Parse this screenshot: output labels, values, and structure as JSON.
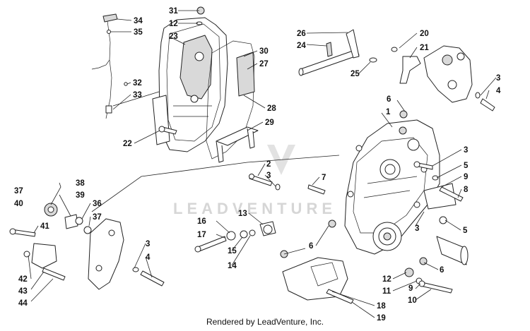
{
  "watermark": "LEADVENTURE",
  "footer": "Rendered by LeadVenture, Inc.",
  "callouts": [
    "34",
    "35",
    "31",
    "12",
    "23",
    "30",
    "27",
    "32",
    "33",
    "28",
    "29",
    "22",
    "26",
    "24",
    "25",
    "20",
    "21",
    "3",
    "4",
    "6",
    "1",
    "2",
    "3",
    "7",
    "3",
    "5",
    "9",
    "8",
    "37",
    "40",
    "38",
    "39",
    "36",
    "37",
    "41",
    "16",
    "17",
    "15",
    "14",
    "13",
    "6",
    "3",
    "5",
    "3",
    "4",
    "42",
    "43",
    "44",
    "12",
    "11",
    "9",
    "10",
    "6",
    "18",
    "19"
  ]
}
